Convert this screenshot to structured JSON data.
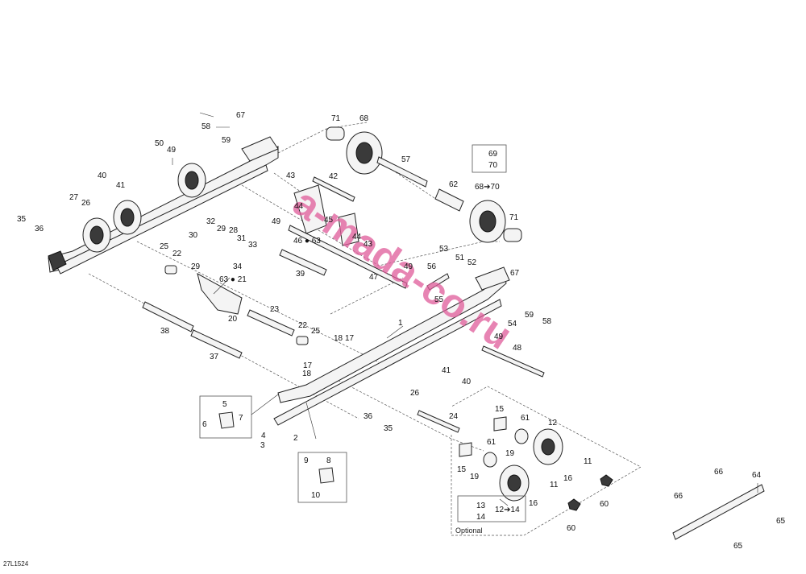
{
  "diagram": {
    "ref_code": "27L1524",
    "watermark": "a-mada-co.ru",
    "optional_label": "Optional",
    "colors": {
      "watermark": "#e05c9a",
      "line": "#222222",
      "background": "#ffffff"
    },
    "callouts": [
      {
        "id": "c67a",
        "text": "67"
      },
      {
        "id": "c58a",
        "text": "58"
      },
      {
        "id": "c59a",
        "text": "59"
      },
      {
        "id": "c50",
        "text": "50"
      },
      {
        "id": "c49a",
        "text": "49"
      },
      {
        "id": "c40a",
        "text": "40"
      },
      {
        "id": "c41a",
        "text": "41"
      },
      {
        "id": "c27",
        "text": "27"
      },
      {
        "id": "c26a",
        "text": "26"
      },
      {
        "id": "c35a",
        "text": "35"
      },
      {
        "id": "c36a",
        "text": "36"
      },
      {
        "id": "c71a",
        "text": "71"
      },
      {
        "id": "c68",
        "text": "68"
      },
      {
        "id": "c57",
        "text": "57"
      },
      {
        "id": "c62",
        "text": "62"
      },
      {
        "id": "c71b",
        "text": "71"
      },
      {
        "id": "c69",
        "text": "69"
      },
      {
        "id": "c70",
        "text": "70"
      },
      {
        "id": "c6870",
        "text": "68➔70"
      },
      {
        "id": "c43a",
        "text": "43"
      },
      {
        "id": "c42",
        "text": "42"
      },
      {
        "id": "c44a",
        "text": "44"
      },
      {
        "id": "c45",
        "text": "45"
      },
      {
        "id": "c49b",
        "text": "49"
      },
      {
        "id": "c44b",
        "text": "44"
      },
      {
        "id": "c43b",
        "text": "43"
      },
      {
        "id": "c4663",
        "text": "46 ● 63"
      },
      {
        "id": "c47",
        "text": "47"
      },
      {
        "id": "c49c",
        "text": "49"
      },
      {
        "id": "c32",
        "text": "32"
      },
      {
        "id": "c29a",
        "text": "29"
      },
      {
        "id": "c28",
        "text": "28"
      },
      {
        "id": "c30",
        "text": "30"
      },
      {
        "id": "c31",
        "text": "31"
      },
      {
        "id": "c33",
        "text": "33"
      },
      {
        "id": "c25a",
        "text": "25"
      },
      {
        "id": "c22a",
        "text": "22"
      },
      {
        "id": "c29b",
        "text": "29"
      },
      {
        "id": "c34",
        "text": "34"
      },
      {
        "id": "c6321",
        "text": "63 ● 21"
      },
      {
        "id": "c39",
        "text": "39"
      },
      {
        "id": "c23",
        "text": "23"
      },
      {
        "id": "c20",
        "text": "20"
      },
      {
        "id": "c38",
        "text": "38"
      },
      {
        "id": "c22b",
        "text": "22"
      },
      {
        "id": "c25b",
        "text": "25"
      },
      {
        "id": "c37",
        "text": "37"
      },
      {
        "id": "c18a",
        "text": "18"
      },
      {
        "id": "c17a",
        "text": "17"
      },
      {
        "id": "c17b",
        "text": "17"
      },
      {
        "id": "c18b",
        "text": "18"
      },
      {
        "id": "c1",
        "text": "1"
      },
      {
        "id": "c53",
        "text": "53"
      },
      {
        "id": "c56",
        "text": "56"
      },
      {
        "id": "c51",
        "text": "51"
      },
      {
        "id": "c52",
        "text": "52"
      },
      {
        "id": "c55",
        "text": "55"
      },
      {
        "id": "c67b",
        "text": "67"
      },
      {
        "id": "c59b",
        "text": "59"
      },
      {
        "id": "c54",
        "text": "54"
      },
      {
        "id": "c58b",
        "text": "58"
      },
      {
        "id": "c49d",
        "text": "49"
      },
      {
        "id": "c48",
        "text": "48"
      },
      {
        "id": "c41b",
        "text": "41"
      },
      {
        "id": "c40b",
        "text": "40"
      },
      {
        "id": "c26b",
        "text": "26"
      },
      {
        "id": "c24",
        "text": "24"
      },
      {
        "id": "c5",
        "text": "5"
      },
      {
        "id": "c6",
        "text": "6"
      },
      {
        "id": "c7",
        "text": "7"
      },
      {
        "id": "c4",
        "text": "4"
      },
      {
        "id": "c3",
        "text": "3"
      },
      {
        "id": "c2",
        "text": "2"
      },
      {
        "id": "c36b",
        "text": "36"
      },
      {
        "id": "c35b",
        "text": "35"
      },
      {
        "id": "c9",
        "text": "9"
      },
      {
        "id": "c8",
        "text": "8"
      },
      {
        "id": "c10",
        "text": "10"
      },
      {
        "id": "c15a",
        "text": "15"
      },
      {
        "id": "c61a",
        "text": "61"
      },
      {
        "id": "c12a",
        "text": "12"
      },
      {
        "id": "c61b",
        "text": "61"
      },
      {
        "id": "c19a",
        "text": "19"
      },
      {
        "id": "c15b",
        "text": "15"
      },
      {
        "id": "c19b",
        "text": "19"
      },
      {
        "id": "c11a",
        "text": "11"
      },
      {
        "id": "c16a",
        "text": "16"
      },
      {
        "id": "c60a",
        "text": "60"
      },
      {
        "id": "c11b",
        "text": "11"
      },
      {
        "id": "c16b",
        "text": "16"
      },
      {
        "id": "c60b",
        "text": "60"
      },
      {
        "id": "c13",
        "text": "13"
      },
      {
        "id": "c14",
        "text": "14"
      },
      {
        "id": "c1214",
        "text": "12➔14"
      },
      {
        "id": "c66a",
        "text": "66"
      },
      {
        "id": "c64",
        "text": "64"
      },
      {
        "id": "c66b",
        "text": "66"
      },
      {
        "id": "c65a",
        "text": "65"
      },
      {
        "id": "c65b",
        "text": "65"
      }
    ]
  }
}
